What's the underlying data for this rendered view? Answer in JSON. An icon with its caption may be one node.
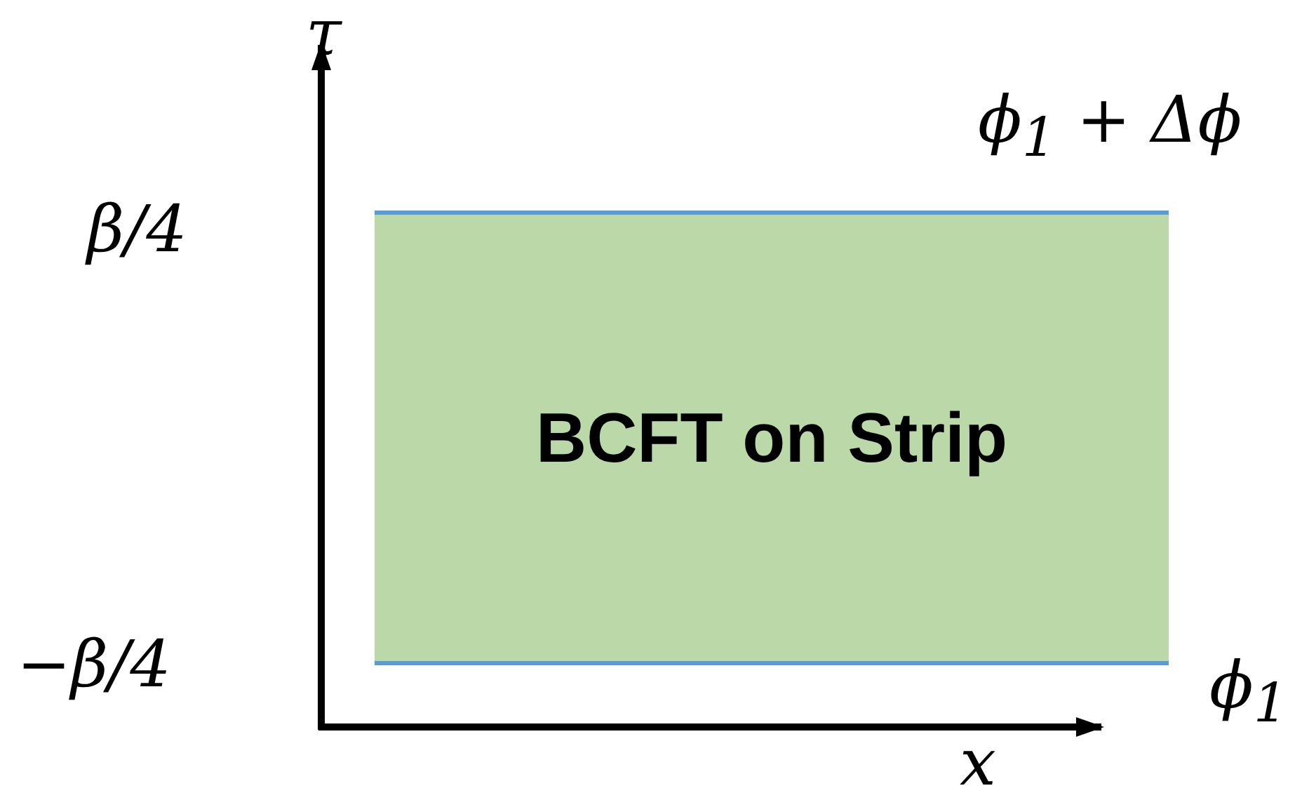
{
  "diagram": {
    "nodes": [
      {
        "text": [
          "BCFT on Strip"
        ]
      }
    ],
    "labels": [
      "τ",
      "ϕ$_{1}$ + Δϕ",
      "β/4",
      "−β/4",
      "ϕ$_{1}$",
      "x"
    ]
  }
}
